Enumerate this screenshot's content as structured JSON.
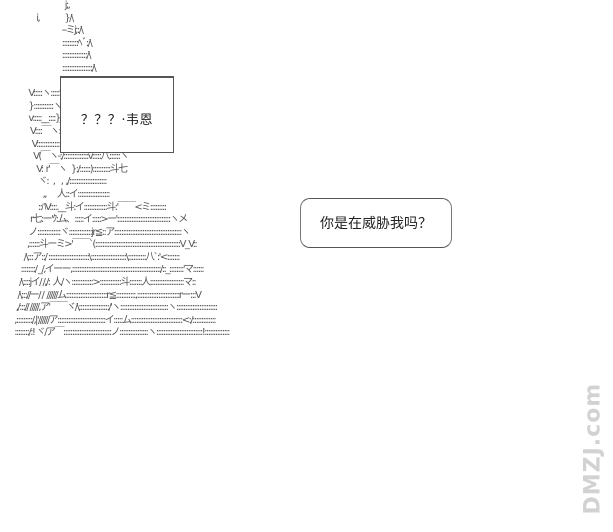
{
  "caption": "？？？·韦恩",
  "speech": "你是在威胁我吗？",
  "watermark": "DMZJ.com",
  "ascii_art": "                                         j;,\n                       i,                }/\\\n                                       --ミj;:/\\\n                                       :::::::::ﾍﾞ:/\\\n                                       ::::::::::::::/\\\n                                       :::::::::::::::::/\\\n                                       :::::::/:/::::::/\\\n                  V:::::ヽ:::::';:i::::/:/:::::::v::::::,\n                  }:::::::::::ヽ:vj:::/:::::::::,_:::::::i\n                  v:::::__::::}j:f:/ア_ノ:::::::::!,\n                   V::::￣ヽ::/::v!::ヽ::::::::::::!,\n                    V:::::::::::::::/,::::::::>フ:::::!::ヽ\n                     V(￣ヽ-:/::::::::::::::v:::::八::::::ヽ\n                       V:  r'￣ヽ   }:/::::::)::::::::::斗七\n                        ヾ:   ,    ,  ,/:::::::::::::::::::::\n                           ,,       人::イ::::::::::::::::::\n                        ::ﾊV::::.__斗:イ:::::::::::::斗:'￣￣<ミ:::::::::\n                   r七:ー'ｸ:ム、:::::イ:::::>ー'::::::::::::::::::::::::::::::ヽメ\n                  ノ:::::::::::::ヾ:::::::::::::jr≦::ア::::::::::::::::::::::::::::::::::::::ヽ\n                 ,::::::斗ーミ>'￣￣`(::::::::::::::::::::::::::::::::::::::::::::::::V_V::\n               /\\:::ア::/ :::::::::::::::::::::::\\::::::::::::::::::::\\::::::::::八`:'<:::::::\n             ::::::::/ _/,イーー,::::::::::::::::::::::::::::::::::::::::::::::::::/::_::::::::'マ::::::\n            /\\::::jイ/ /,/:  人/ヽ::::::::::::>::::::::::::斗:::::::人:::::::::::::::::::マ::\n           /\\::://ー/ /  //////ム:::::::::::::::::::::::r≦:::::::::::,::::::::::::::::::::::::rー:::V\n          ,/:::// /////,ア'￣￣ヾ/\\:::::::::::::::::/'ヽ:::::::::::::::::::::::::::ヽ:::::::::::::::::::::::\n         ,:::::::::/,|'//////ア:::::::::::::::::::::::::::イ:::::ム:::::::::::::::::::::::::::::<:/:::::::::::::\n         ::::::::/:! ヾ/ア￣:::::::::::::::::::::::::::ノ::::::::::::::::ヽ::::::::::::::::::::::::::!::::::::::::::"
}
